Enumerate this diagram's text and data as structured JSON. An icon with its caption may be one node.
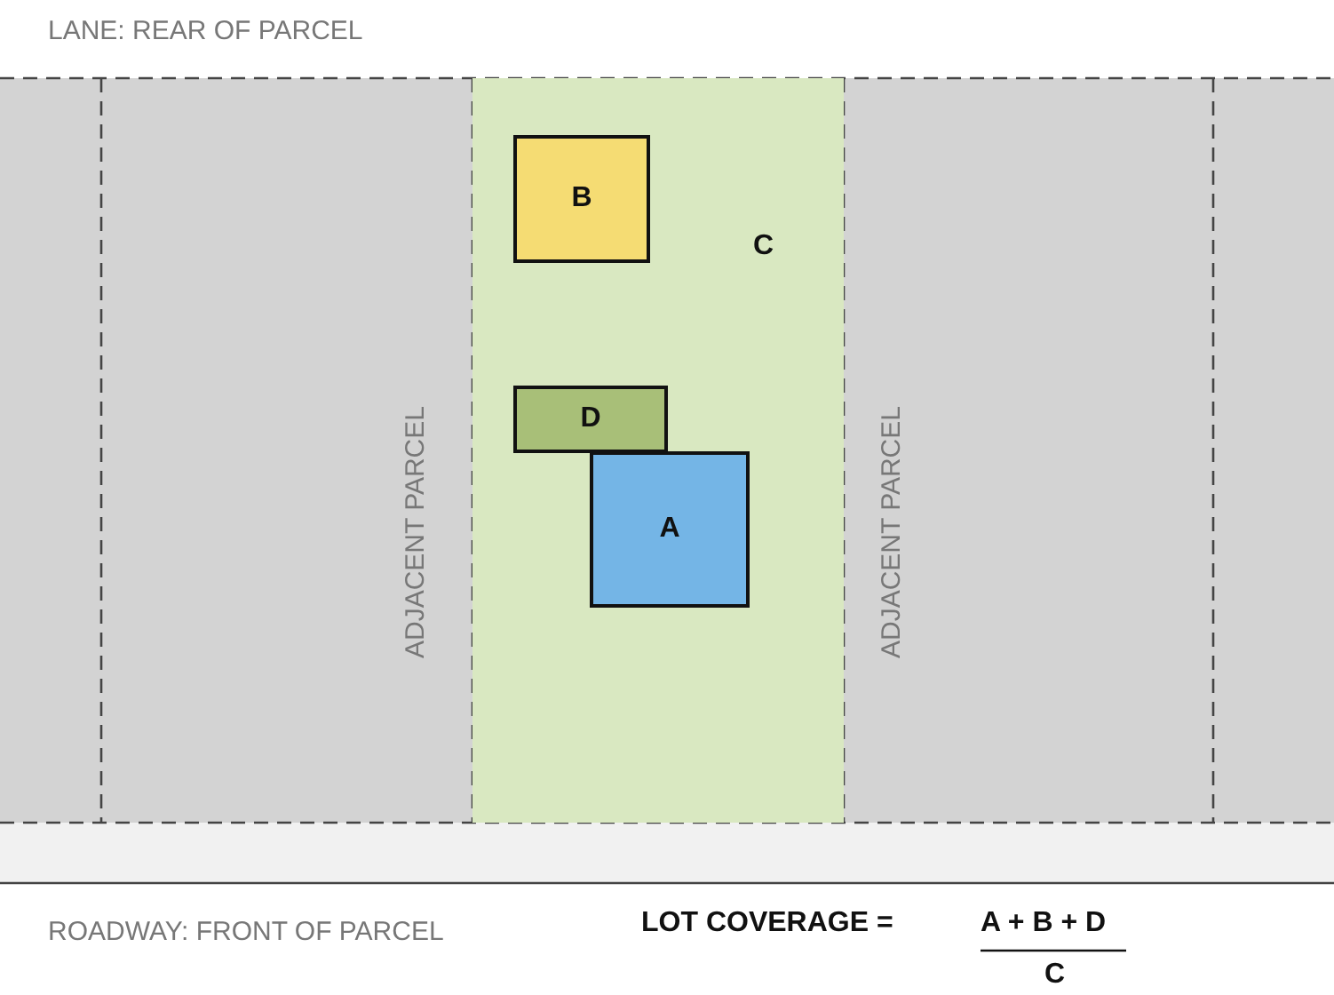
{
  "diagram": {
    "nodes": [
      {
        "text": [
          "ADJACENT PARCEL"
        ]
      },
      {
        "text": [
          "C"
        ]
      },
      {
        "text": [
          "B"
        ],
        "in": 1
      },
      {
        "text": [
          "D"
        ],
        "in": 1
      },
      {
        "text": [
          "A"
        ],
        "in": 1
      },
      {
        "text": [
          "ADJACENT PARCEL"
        ]
      }
    ],
    "labels": [
      "LANE: REAR OF PARCEL",
      "ROADWAY: FRONT OF PARCEL",
      "LOT COVERAGE =",
      "A + B + D",
      "C"
    ]
  }
}
